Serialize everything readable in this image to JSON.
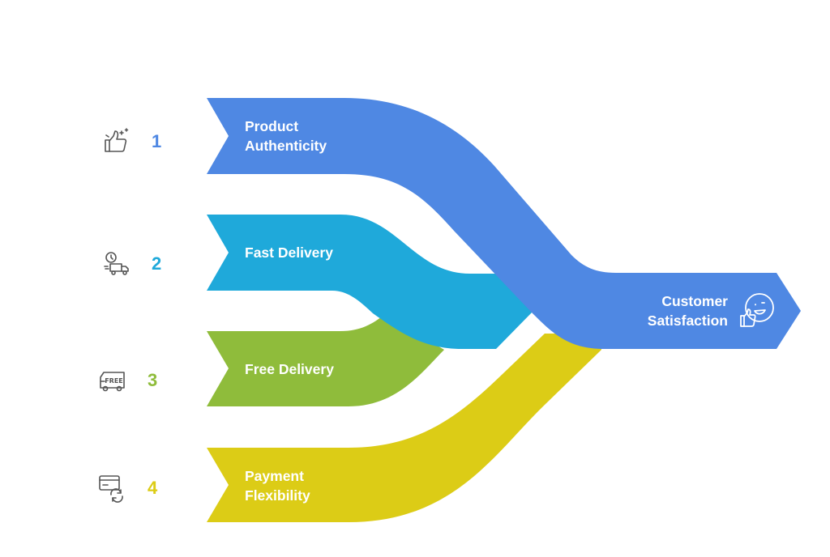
{
  "diagram": {
    "inputs": [
      {
        "number": "1",
        "label_lines": [
          "Product",
          "Authenticity"
        ],
        "icon": "thumbs-up-sparkle-icon",
        "color": "#4F88E3"
      },
      {
        "number": "2",
        "label_lines": [
          "Fast Delivery"
        ],
        "icon": "fast-delivery-truck-icon",
        "color": "#1FA9DA"
      },
      {
        "number": "3",
        "label_lines": [
          "Free Delivery"
        ],
        "icon": "free-delivery-van-icon",
        "color": "#8FBC3B"
      },
      {
        "number": "4",
        "label_lines": [
          "Payment",
          "Flexibility"
        ],
        "icon": "payment-card-refresh-icon",
        "color": "#DCCC16"
      }
    ],
    "output": {
      "label_lines": [
        "Customer",
        "Satisfaction"
      ],
      "icon": "smiley-thumbs-up-icon",
      "color": "#4F88E3"
    }
  }
}
